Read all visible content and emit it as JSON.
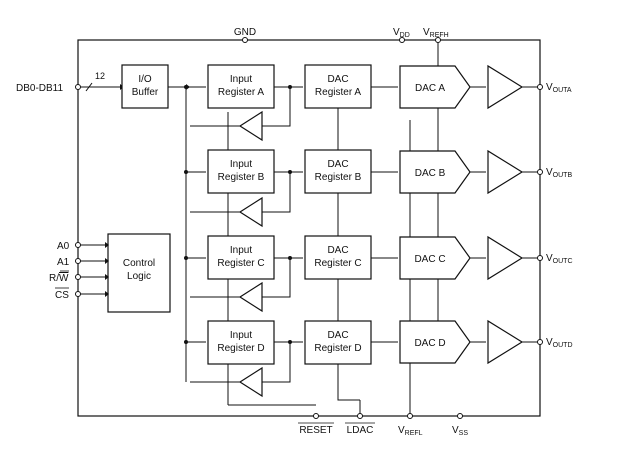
{
  "pins": {
    "gnd": "GND",
    "vdd": {
      "main": "V",
      "sub": "DD"
    },
    "vrefh": {
      "main": "V",
      "sub": "REFH"
    },
    "data_bus": "DB0-DB11",
    "bus_width": "12",
    "a0": "A0",
    "a1": "A1",
    "rw": {
      "r": "R/",
      "w": "W"
    },
    "cs": "CS",
    "reset": "RESET",
    "ldac": "LDAC",
    "vrefl": {
      "main": "V",
      "sub": "REFL"
    },
    "vss": {
      "main": "V",
      "sub": "SS"
    }
  },
  "io_buffer": {
    "line1": "I/O",
    "line2": "Buffer"
  },
  "control_logic": {
    "line1": "Control",
    "line2": "Logic"
  },
  "channels": [
    {
      "input_l1": "Input",
      "input_l2": "Register A",
      "dacreg_l1": "DAC",
      "dacreg_l2": "Register A",
      "dac": "DAC A",
      "out_main": "V",
      "out_sub": "OUTA"
    },
    {
      "input_l1": "Input",
      "input_l2": "Register B",
      "dacreg_l1": "DAC",
      "dacreg_l2": "Register B",
      "dac": "DAC B",
      "out_main": "V",
      "out_sub": "OUTB"
    },
    {
      "input_l1": "Input",
      "input_l2": "Register C",
      "dacreg_l1": "DAC",
      "dacreg_l2": "Register C",
      "dac": "DAC C",
      "out_main": "V",
      "out_sub": "OUTC"
    },
    {
      "input_l1": "Input",
      "input_l2": "Register D",
      "dacreg_l1": "DAC",
      "dacreg_l2": "Register D",
      "dac": "DAC D",
      "out_main": "V",
      "out_sub": "OUTD"
    }
  ]
}
